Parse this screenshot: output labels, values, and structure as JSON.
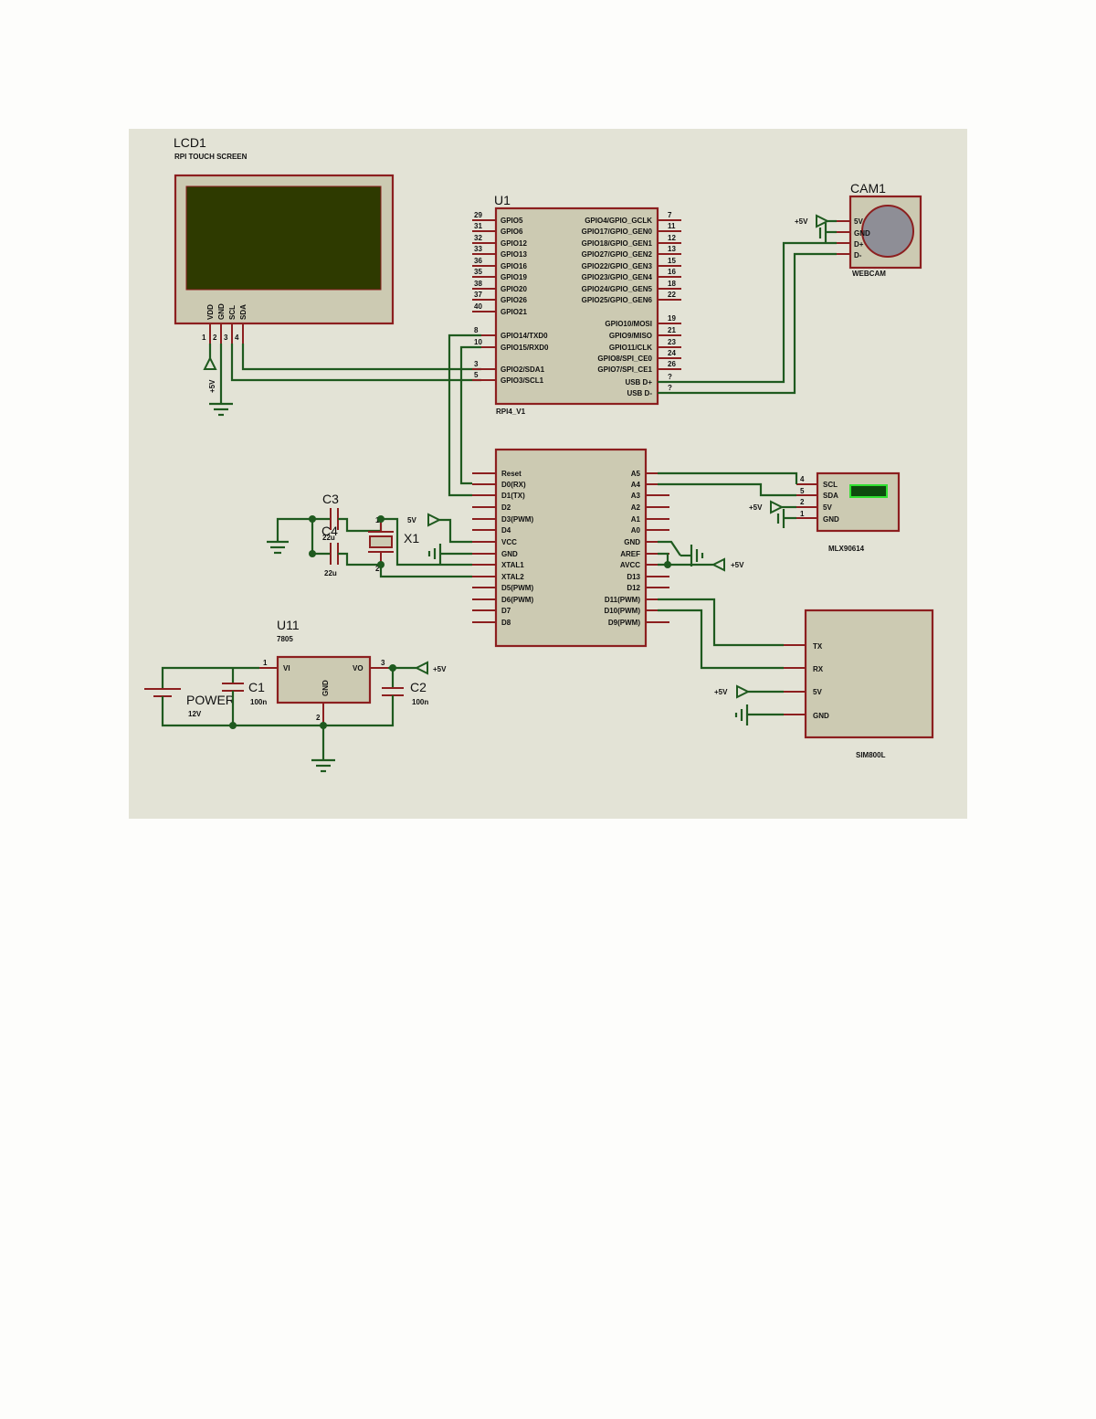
{
  "components": {
    "lcd": {
      "ref": "LCD1",
      "value": "RPI TOUCH SCREEN",
      "pins": [
        "VDD",
        "GND",
        "SCL",
        "SDA"
      ],
      "pin_numbers": [
        "1",
        "2",
        "3",
        "4"
      ]
    },
    "rpi": {
      "ref": "U1",
      "value": "RPI4_V1",
      "left_pins": [
        {
          "num": "29",
          "name": "GPIO5"
        },
        {
          "num": "31",
          "name": "GPIO6"
        },
        {
          "num": "32",
          "name": "GPIO12"
        },
        {
          "num": "33",
          "name": "GPIO13"
        },
        {
          "num": "36",
          "name": "GPIO16"
        },
        {
          "num": "35",
          "name": "GPIO19"
        },
        {
          "num": "38",
          "name": "GPIO20"
        },
        {
          "num": "37",
          "name": "GPIO26"
        },
        {
          "num": "40",
          "name": "GPIO21"
        },
        {
          "num": "8",
          "name": "GPIO14/TXD0"
        },
        {
          "num": "10",
          "name": "GPIO15/RXD0"
        },
        {
          "num": "3",
          "name": "GPIO2/SDA1"
        },
        {
          "num": "5",
          "name": "GPIO3/SCL1"
        }
      ],
      "right_pins": [
        {
          "num": "7",
          "name": "GPIO4/GPIO_GCLK"
        },
        {
          "num": "11",
          "name": "GPIO17/GPIO_GEN0"
        },
        {
          "num": "12",
          "name": "GPIO18/GPIO_GEN1"
        },
        {
          "num": "13",
          "name": "GPIO27/GPIO_GEN2"
        },
        {
          "num": "15",
          "name": "GPIO22/GPIO_GEN3"
        },
        {
          "num": "16",
          "name": "GPIO23/GPIO_GEN4"
        },
        {
          "num": "18",
          "name": "GPIO24/GPIO_GEN5"
        },
        {
          "num": "22",
          "name": "GPIO25/GPIO_GEN6"
        },
        {
          "num": "19",
          "name": "GPIO10/MOSI"
        },
        {
          "num": "21",
          "name": "GPIO9/MISO"
        },
        {
          "num": "23",
          "name": "GPIO11/CLK"
        },
        {
          "num": "24",
          "name": "GPIO8/SPI_CE0"
        },
        {
          "num": "26",
          "name": "GPIO7/SPI_CE1"
        },
        {
          "num": "?",
          "name": "USB D+"
        },
        {
          "num": "?",
          "name": "USB D-"
        }
      ]
    },
    "cam": {
      "ref": "CAM1",
      "value": "WEBCAM",
      "pins": [
        "5V",
        "GND",
        "D+",
        "D-"
      ]
    },
    "arduino": {
      "left_pins": [
        "Reset",
        "D0(RX)",
        "D1(TX)",
        "D2",
        "D3(PWM)",
        "D4",
        "VCC",
        "GND",
        "XTAL1",
        "XTAL2",
        "D5(PWM)",
        "D6(PWM)",
        "D7",
        "D8"
      ],
      "right_pins": [
        "A5",
        "A4",
        "A3",
        "A2",
        "A1",
        "A0",
        "GND",
        "AREF",
        "AVCC",
        "D13",
        "D12",
        "D11(PWM)",
        "D10(PWM)",
        "D9(PWM)"
      ]
    },
    "mlx": {
      "value": "MLX90614",
      "pins": [
        "SCL",
        "SDA",
        "5V",
        "GND"
      ],
      "pin_numbers": [
        "4",
        "5",
        "2",
        "1"
      ]
    },
    "sim": {
      "value": "SIM800L",
      "pins": [
        "TX",
        "RX",
        "5V",
        "GND"
      ]
    },
    "u11": {
      "ref": "U11",
      "value": "7805",
      "pin_vi": "VI",
      "pin_vo": "VO",
      "pin_gnd": "GND",
      "num_1": "1",
      "num_2": "2",
      "num_3": "3"
    },
    "c1": {
      "ref": "C1",
      "value": "100n"
    },
    "c2": {
      "ref": "C2",
      "value": "100n"
    },
    "c3": {
      "ref": "C3",
      "value": "22u"
    },
    "c4": {
      "ref": "C4",
      "value": "22u"
    },
    "x1": {
      "ref": "X1",
      "pin_numbers": [
        "1",
        "2"
      ]
    },
    "power": {
      "ref": "POWER",
      "value": "12V"
    }
  },
  "power_labels": {
    "plus5v": "+5V",
    "short5v": "5V"
  },
  "colors": {
    "background": "#e3e3d6",
    "body": "#cccab2",
    "outline": "#8c1f1f",
    "wire": "#1f5a1f",
    "lcd_screen": "#2e3a00",
    "mlx_window": "#22b022"
  }
}
